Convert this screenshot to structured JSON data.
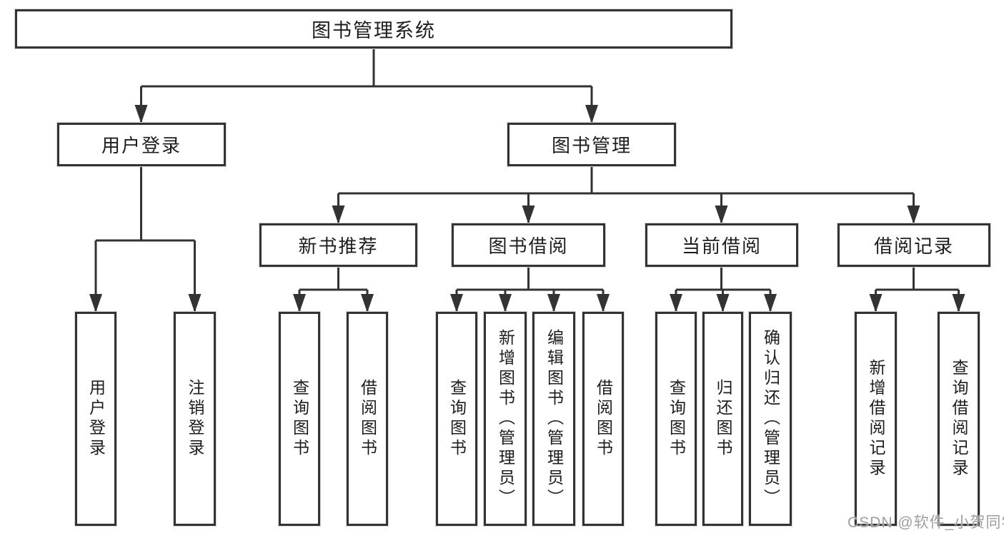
{
  "tree": {
    "root": {
      "label": "图书管理系统"
    },
    "login": {
      "label": "用户登录",
      "leaves": [
        "用户登录",
        "注销登录"
      ]
    },
    "management": {
      "label": "图书管理"
    },
    "groups": [
      {
        "label": "新书推荐",
        "leaves": [
          "查询图书",
          "借阅图书"
        ]
      },
      {
        "label": "图书借阅",
        "leaves": [
          "查询图书",
          "新增图书（管理员）",
          "编辑图书（管理员）",
          "借阅图书"
        ]
      },
      {
        "label": "当前借阅",
        "leaves": [
          "查询图书",
          "归还图书",
          "确认归还（管理员）"
        ]
      },
      {
        "label": "借阅记录",
        "leaves": [
          "新增借阅记录",
          "查询借阅记录"
        ]
      }
    ]
  },
  "watermark": {
    "text": "CSDN @软件_小贺同学"
  },
  "colors": {
    "line": "#333333",
    "text": "#1d1d1d",
    "background": "#ffffff",
    "watermark": "#9e9e9e"
  }
}
